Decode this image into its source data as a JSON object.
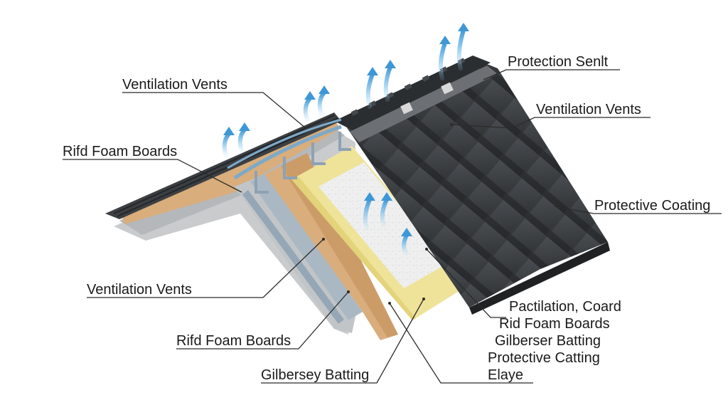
{
  "labels": {
    "top_right_1": "Protection Senlt",
    "top_left_1": "Ventilation Vents",
    "right_2": "Ventilation Vents",
    "left_2": "Rifd Foam Boards",
    "right_3": "Protective Coating",
    "left_3": "Ventilation Vents",
    "left_4": "Rifd Foam Boards",
    "bottom_1": "Gilbersey Batting",
    "stack": [
      "Pactilation, Coard",
      "Rid Foam Boards",
      "Gilberser Batting",
      "Protective Catting",
      "Elaye"
    ]
  },
  "colors": {
    "tile": "#3a3d40",
    "tile_dark": "#26282a",
    "wood": "#d9ad7c",
    "insulation": "#efe39a",
    "foam": "#ecedec",
    "concrete": "#c9cbcd",
    "duct": "#aab8c4",
    "arrow": "#6fb7e6",
    "leader": "#2b2b2b"
  }
}
